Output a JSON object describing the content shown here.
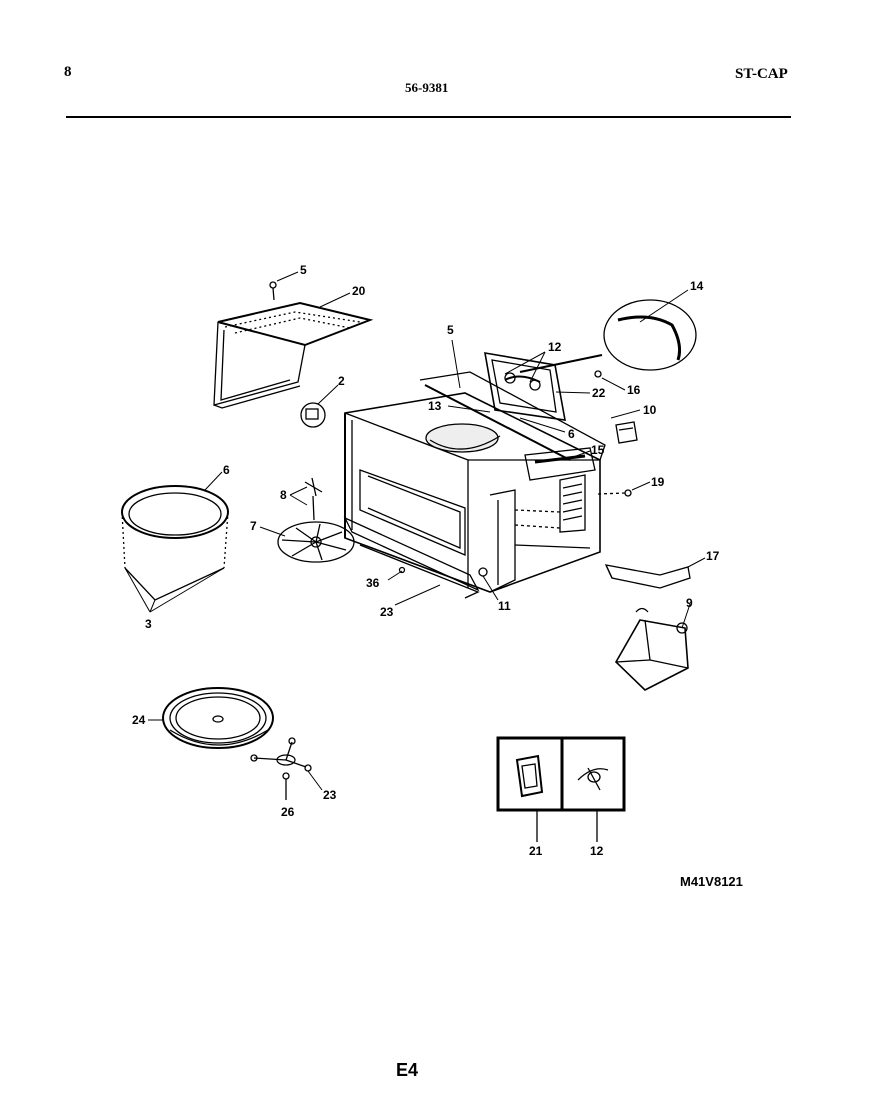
{
  "header": {
    "page_number": "8",
    "model_number": "56-9381",
    "section_code": "ST-CAP"
  },
  "callouts": {
    "c1": "5",
    "c2": "20",
    "c3": "2",
    "c4": "6",
    "c5": "8",
    "c6": "7",
    "c7": "3",
    "c8": "5",
    "c9": "12",
    "c10": "14",
    "c11": "22",
    "c12": "16",
    "c13": "13",
    "c14": "6",
    "c15": "10",
    "c16": "15",
    "c17": "19",
    "c18": "17",
    "c19": "9",
    "c20": "36",
    "c21": "23",
    "c22": "11",
    "c23": "24",
    "c24": "23",
    "c25": "26",
    "c26": "21",
    "c27": "12"
  },
  "footer": {
    "drawing_code": "M41V8121",
    "page_code": "E4"
  }
}
